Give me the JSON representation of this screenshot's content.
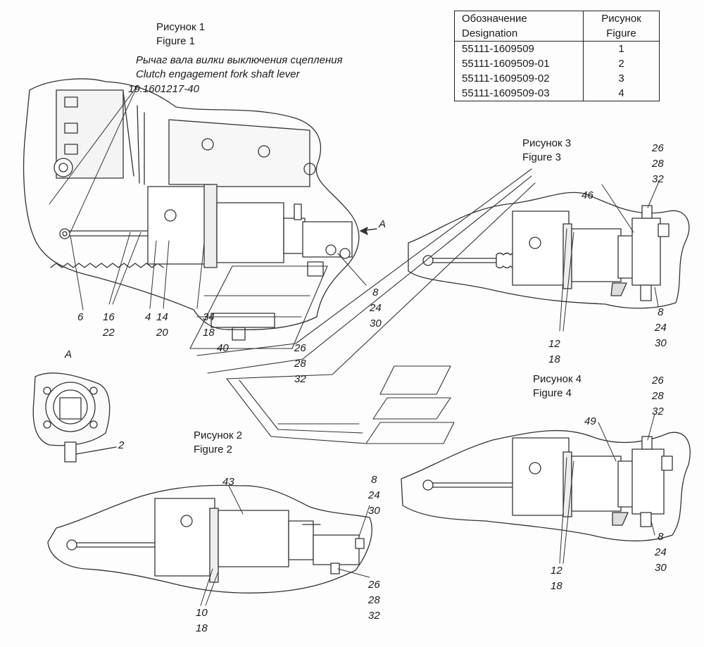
{
  "legend": {
    "header": {
      "designation": [
        "Обозначение",
        "Designation"
      ],
      "figure": [
        "Рисунок",
        "Figure"
      ]
    },
    "rows": [
      {
        "designation": "55111-1609509",
        "figure": "1"
      },
      {
        "designation": "55111-1609509-01",
        "figure": "2"
      },
      {
        "designation": "55111-1609509-02",
        "figure": "3"
      },
      {
        "designation": "55111-1609509-03",
        "figure": "4"
      }
    ]
  },
  "figures": {
    "fig1": {
      "title_ru": "Рисунок 1",
      "title_en": "Figure 1"
    },
    "fig2": {
      "title_ru": "Рисунок 2",
      "title_en": "Figure 2"
    },
    "fig3": {
      "title_ru": "Рисунок 3",
      "title_en": "Figure 3"
    },
    "fig4": {
      "title_ru": "Рисунок 4",
      "title_en": "Figure 4"
    }
  },
  "lever_note": {
    "ru": "Рычаг вала вилки выключения сцепления",
    "en": "Clutch engagement fork shaft lever",
    "part": "19.1601217-40"
  },
  "view": {
    "arrow_label": "A",
    "detail_label": "A"
  },
  "callouts": {
    "c6": [
      "6"
    ],
    "c16_22": [
      "16",
      "22"
    ],
    "c4_20": [
      "4",
      "20"
    ],
    "c14": [
      "14"
    ],
    "c34_18_40": [
      "34",
      "18",
      "40"
    ],
    "c8_24_30_f1": [
      "8",
      "24",
      "30"
    ],
    "c26_28_32_f1": [
      "26",
      "28",
      "32"
    ],
    "c2": [
      "2"
    ],
    "c46": [
      "46"
    ],
    "c26_28_32_f3": [
      "26",
      "28",
      "32"
    ],
    "c12_18_f3": [
      "12",
      "18"
    ],
    "c8_24_30_f3": [
      "8",
      "24",
      "30"
    ],
    "c49": [
      "49"
    ],
    "c26_28_32_f4": [
      "26",
      "28",
      "32"
    ],
    "c12_18_f4": [
      "12",
      "18"
    ],
    "c8_24_30_f4": [
      "8",
      "24",
      "30"
    ],
    "c43": [
      "43"
    ],
    "c8_24_30_f2": [
      "8",
      "24",
      "30"
    ],
    "c26_28_32_f2": [
      "26",
      "28",
      "32"
    ],
    "c10_18": [
      "10",
      "18"
    ]
  }
}
